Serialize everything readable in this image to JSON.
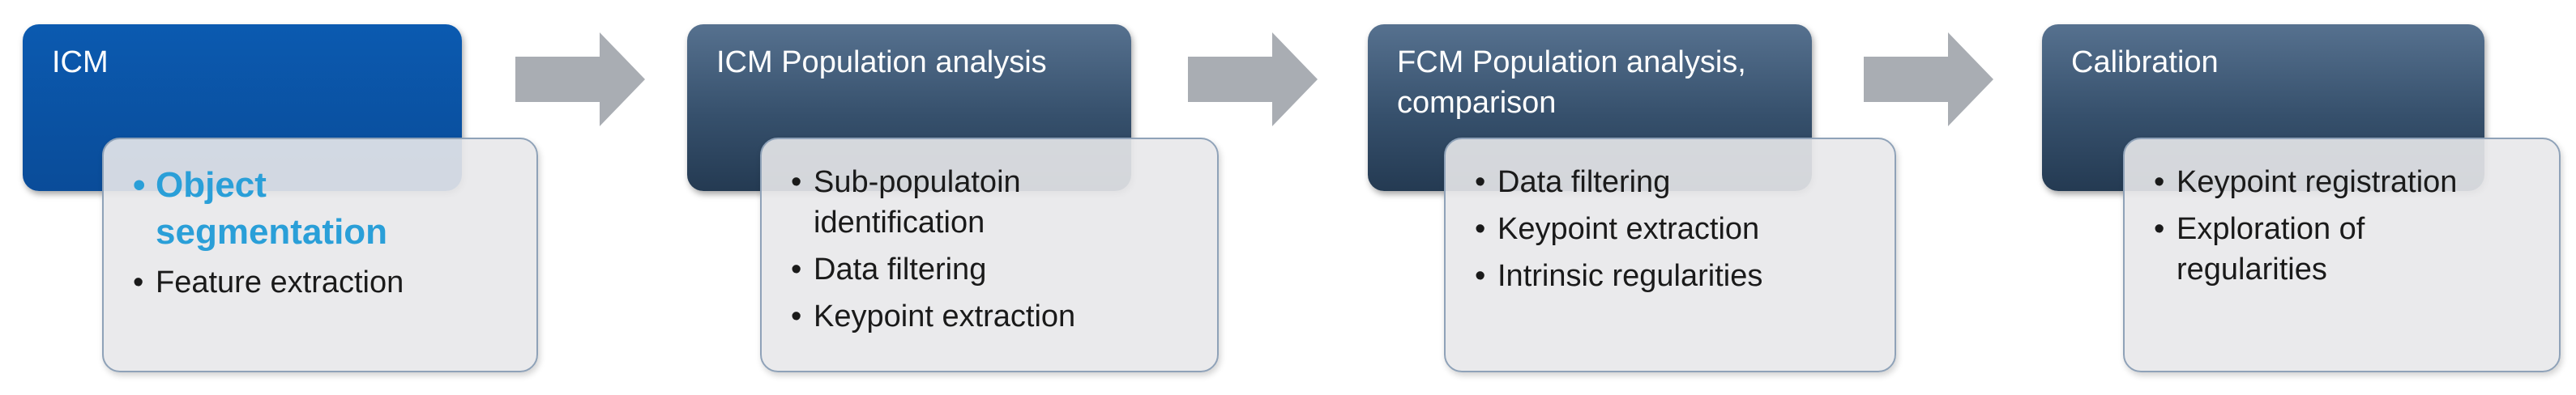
{
  "stages": [
    {
      "title": "ICM",
      "items": [
        {
          "text": "Object segmentation",
          "highlight": true
        },
        {
          "text": "Feature extraction",
          "highlight": false
        }
      ]
    },
    {
      "title": "ICM Population analysis",
      "items": [
        {
          "text": "Sub-populatoin identification",
          "highlight": false
        },
        {
          "text": "Data filtering",
          "highlight": false
        },
        {
          "text": "Keypoint extraction",
          "highlight": false
        }
      ]
    },
    {
      "title": "FCM Population analysis, comparison",
      "items": [
        {
          "text": "Data filtering",
          "highlight": false
        },
        {
          "text": "Keypoint extraction",
          "highlight": false
        },
        {
          "text": "Intrinsic regularities",
          "highlight": false
        }
      ]
    },
    {
      "title": "Calibration",
      "items": [
        {
          "text": "Keypoint registration",
          "highlight": false
        },
        {
          "text": "Exploration of regularities",
          "highlight": false
        }
      ]
    }
  ],
  "bullet_symbol": "•",
  "colors": {
    "first_header": "#0a4c99",
    "other_headers": "#36506c",
    "highlight_text": "#2a9fd8",
    "arrow": "#a9adb3",
    "box_border": "#8fa2b8"
  }
}
